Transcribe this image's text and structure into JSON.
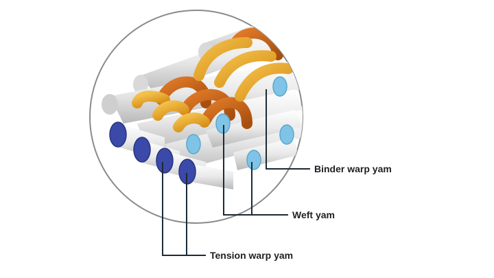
{
  "labels": {
    "binder": "Binder warp yam",
    "weft": "Weft yam",
    "tension": "Tension warp yam"
  },
  "colors": {
    "tension_warp": "#3b4aa8",
    "weft_end": "#7fc4e6",
    "binder_warp_orange": "#c9651c",
    "binder_warp_yellow": "#e9a52a",
    "rod_body": "#e6e6e6",
    "leader_line": "#1b2a36",
    "circle_outline": "#8a8a8a"
  }
}
